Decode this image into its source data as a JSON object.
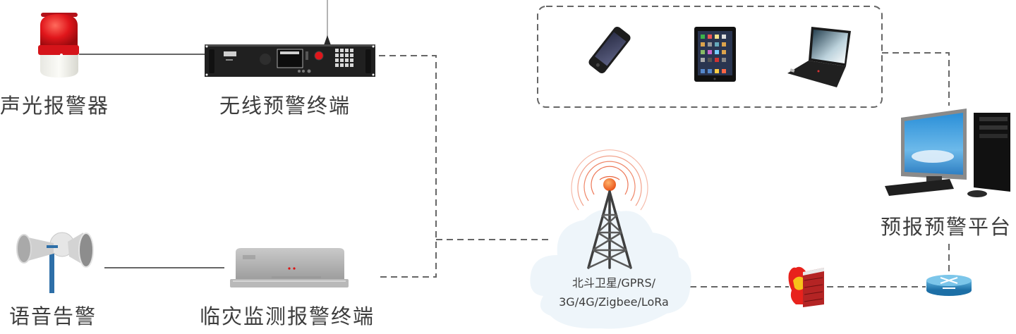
{
  "diagram": {
    "title": "",
    "nodes": {
      "alarm_light": {
        "label": "声光报警器",
        "icon": "strobe-alarm-light-icon"
      },
      "wireless_terminal": {
        "label": "无线预警终端",
        "icon": "rack-terminal-icon"
      },
      "voice_horn": {
        "label": "语音告警",
        "icon": "loudspeaker-horn-icon"
      },
      "monitor_terminal": {
        "label": "临灾监测报警终端",
        "icon": "monitoring-box-icon"
      },
      "network": {
        "label_line1": "北斗卫星/GPRS/",
        "label_line2": "3G/4G/Zigbee/LoRa",
        "icon": "radio-tower-icon"
      },
      "client_devices": {
        "items": [
          "smartphone-icon",
          "tablet-icon",
          "laptop-icon"
        ]
      },
      "platform": {
        "label": "预报预警平台",
        "icon": "desktop-computer-icon"
      },
      "firewall": {
        "icon": "firewall-icon"
      },
      "router": {
        "icon": "router-icon"
      }
    },
    "edges": [
      {
        "from": "alarm_light",
        "to": "wireless_terminal",
        "style": "solid"
      },
      {
        "from": "voice_horn",
        "to": "monitor_terminal",
        "style": "solid"
      },
      {
        "from": "wireless_terminal",
        "to": "network",
        "style": "dashed"
      },
      {
        "from": "monitor_terminal",
        "to": "network",
        "style": "dashed"
      },
      {
        "from": "network",
        "to": "firewall",
        "style": "dashed"
      },
      {
        "from": "firewall",
        "to": "router",
        "style": "dashed"
      },
      {
        "from": "router",
        "to": "platform",
        "style": "dashed"
      },
      {
        "from": "client_devices",
        "to": "platform",
        "style": "dashed"
      }
    ],
    "colors": {
      "line": "#666666",
      "text": "#3d3d3d",
      "cloud": "#eef5fa",
      "signal": "#e8542a",
      "alarm_red": "#e0161b"
    }
  }
}
